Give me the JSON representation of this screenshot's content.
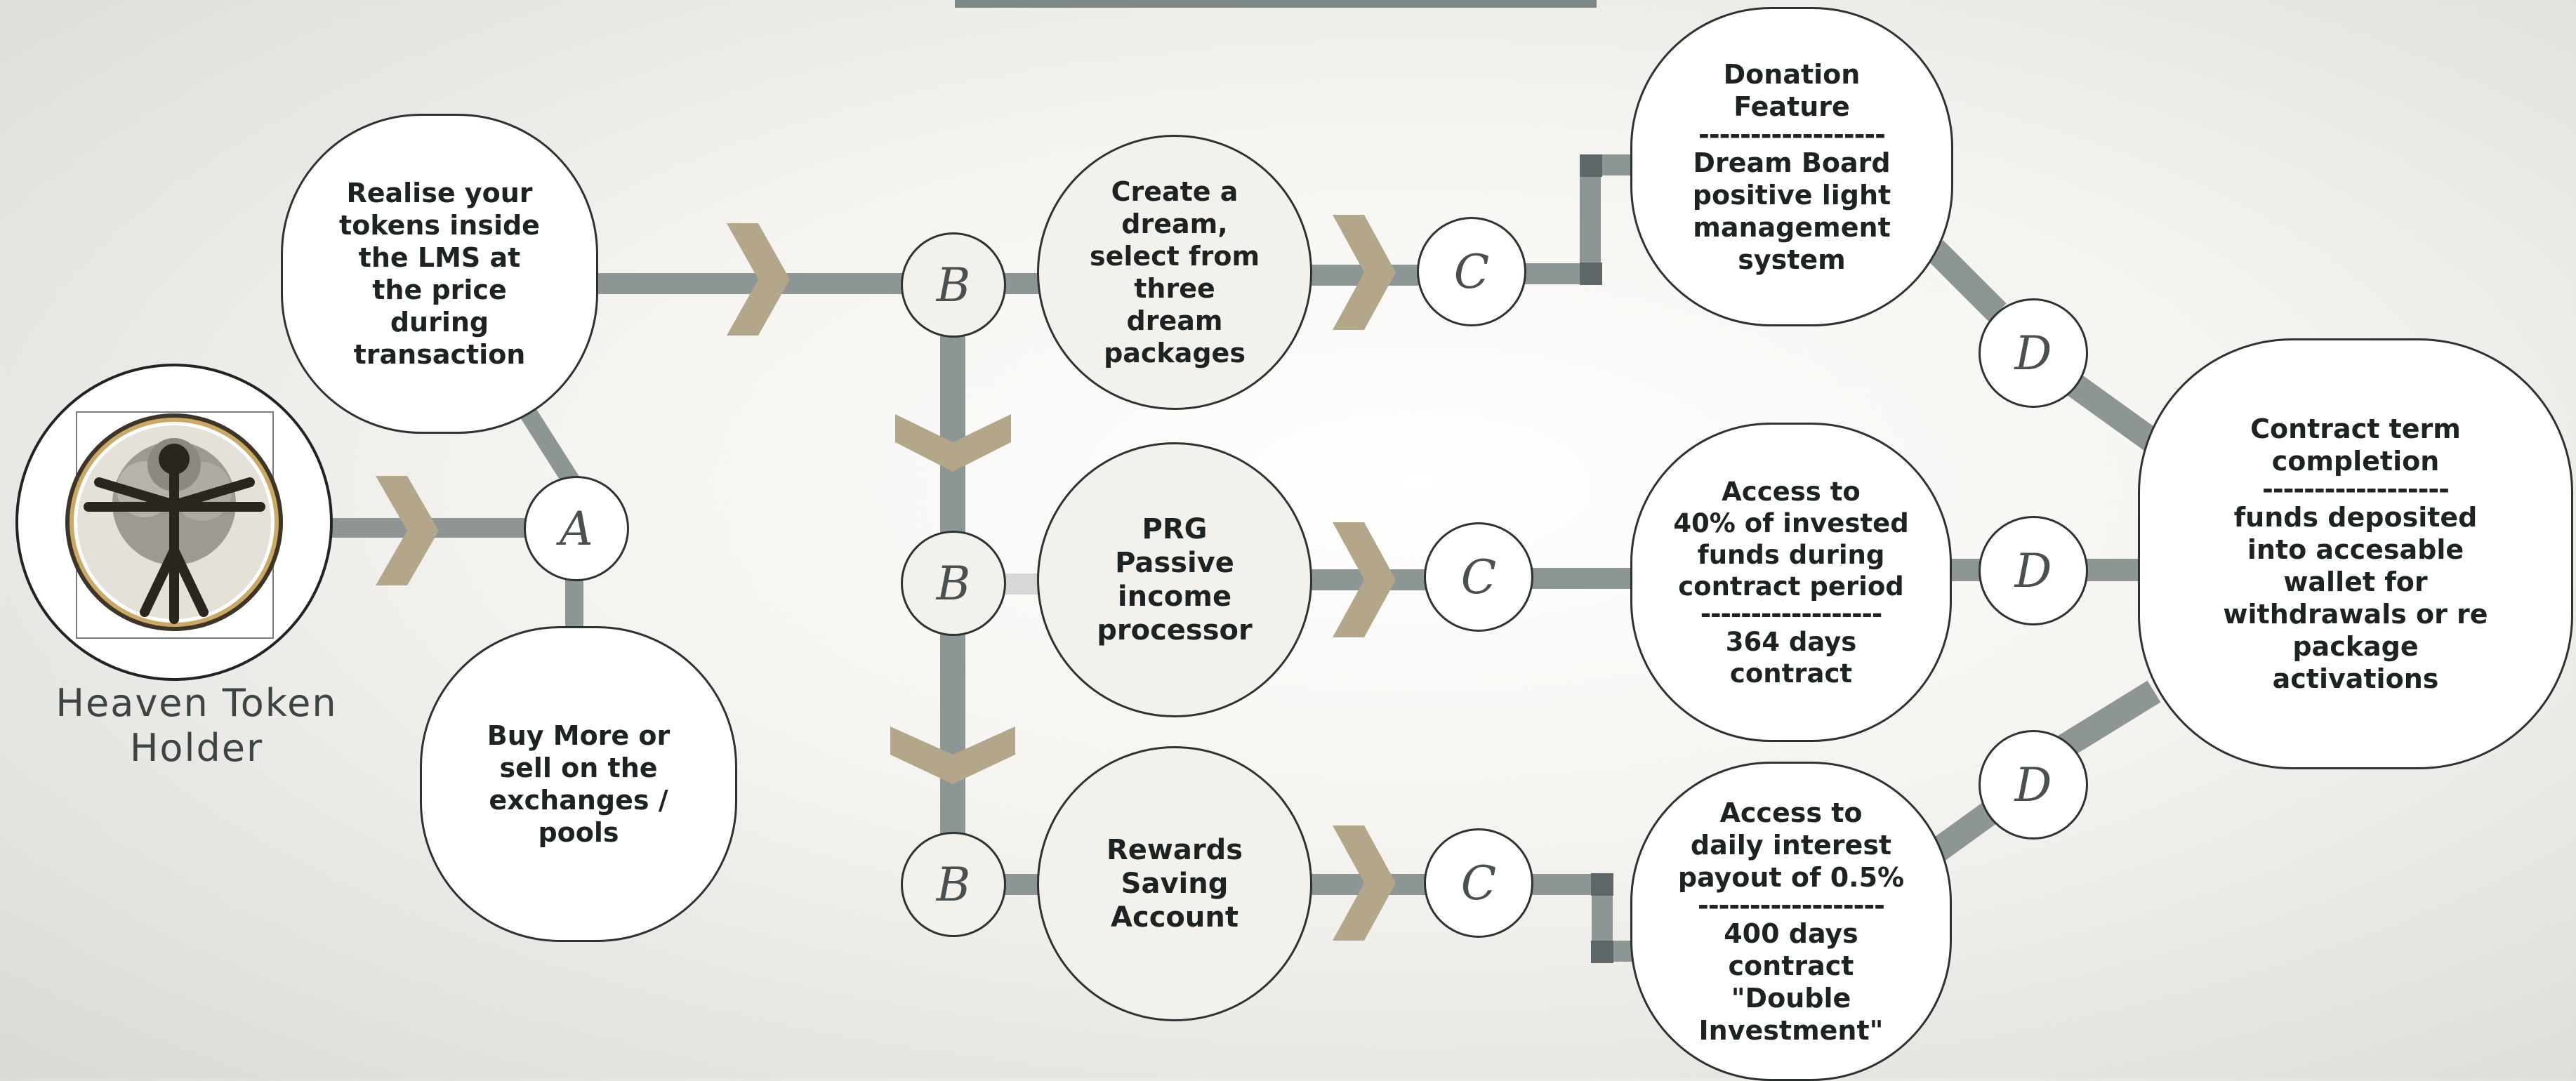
{
  "holder": {
    "label_lines": [
      "Heaven Token",
      "Holder"
    ],
    "logo": "vitruvian-tree-logo"
  },
  "node_realise": [
    "Realise your",
    "tokens inside",
    "the LMS at",
    "the price",
    "during",
    "transaction"
  ],
  "node_buy": [
    "Buy More or",
    "sell on the",
    "exchanges /",
    "pools"
  ],
  "node_create_dream": [
    "Create a",
    "dream,",
    "select from",
    "three",
    "dream",
    "packages"
  ],
  "node_prg": [
    "PRG",
    "Passive",
    "income",
    "processor"
  ],
  "node_rewards": [
    "Rewards",
    "Saving",
    "Account"
  ],
  "node_donation": [
    "Donation",
    "Feature",
    "------------------",
    "Dream Board",
    "positive light",
    "management",
    "system"
  ],
  "node_access40": [
    "Access to",
    "40% of invested",
    "funds during",
    "contract period",
    "------------------",
    "364 days",
    "contract"
  ],
  "node_daily": [
    "Access to",
    "daily interest",
    "payout of 0.5%",
    "------------------",
    "400 days",
    "contract",
    "\"Double",
    "Investment\""
  ],
  "node_completion": [
    "Contract  term",
    "completion",
    "------------------",
    "funds deposited",
    "into accesable",
    "wallet for",
    "withdrawals or re",
    "package",
    "activations"
  ],
  "letters": {
    "a": "A",
    "b1": "B",
    "b2": "B",
    "b3": "B",
    "c1": "C",
    "c2": "C",
    "c3": "C",
    "d1": "D",
    "d2": "D",
    "d3": "D"
  },
  "colors": {
    "connector": "#8e9595",
    "connector_dark": "#5f6868",
    "arrow": "#b3a68a",
    "border": "#2d3333",
    "text": "#1d2323",
    "top_bar": "#7d8787"
  }
}
